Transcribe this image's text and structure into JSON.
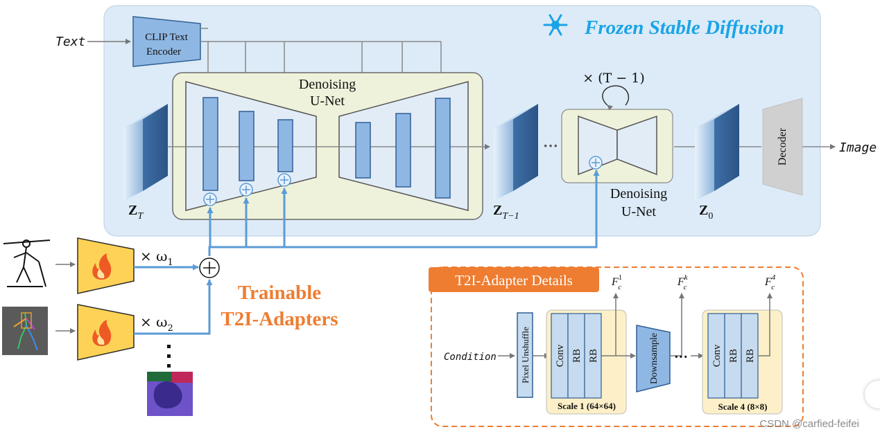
{
  "frozen": {
    "title": "Frozen Stable Diffusion",
    "snowflake_icon": "snowflake-icon",
    "accent": "#1aa3e8"
  },
  "inputs": {
    "text": "Text",
    "image_out": "Image",
    "condition": "Condition"
  },
  "clip": {
    "line1": "CLIP Text",
    "line2": "Encoder"
  },
  "unet1": {
    "line1": "Denoising",
    "line2": "U-Net"
  },
  "unet2": {
    "line1": "Denoising",
    "line2": "U-Net",
    "loop": "× (T − 1)"
  },
  "latents": {
    "zt": "Z",
    "zt_sub": "T",
    "zt1": "Z",
    "zt1_sub": "T−1",
    "z0": "Z",
    "z0_sub": "0",
    "ellipsis": "···"
  },
  "decoder": {
    "label": "Decoder"
  },
  "adapters": {
    "title_line1": "Trainable",
    "title_line2": "T2I-Adapters",
    "w1": "× ω",
    "w1_sub": "1",
    "w2": "× ω",
    "w2_sub": "2",
    "accent": "#ee7d31"
  },
  "details": {
    "title": "T2I-Adapter Details",
    "pixel_unshuffle": "Pixel Unshuffle",
    "conv": "Conv",
    "rb": "RB",
    "downsample": "Downsample",
    "scale1": "Scale 1 (64×64)",
    "scale4": "Scale 4 (8×8)",
    "ellipsis": "···",
    "f1": "F",
    "f1_sub": "c",
    "f1_sup": "1",
    "fk": "F",
    "fk_sub": "c",
    "fk_sup": "k",
    "f4": "F",
    "f4_sub": "c",
    "f4_sup": "4"
  },
  "watermark": "CSDN @carfied-feifei"
}
